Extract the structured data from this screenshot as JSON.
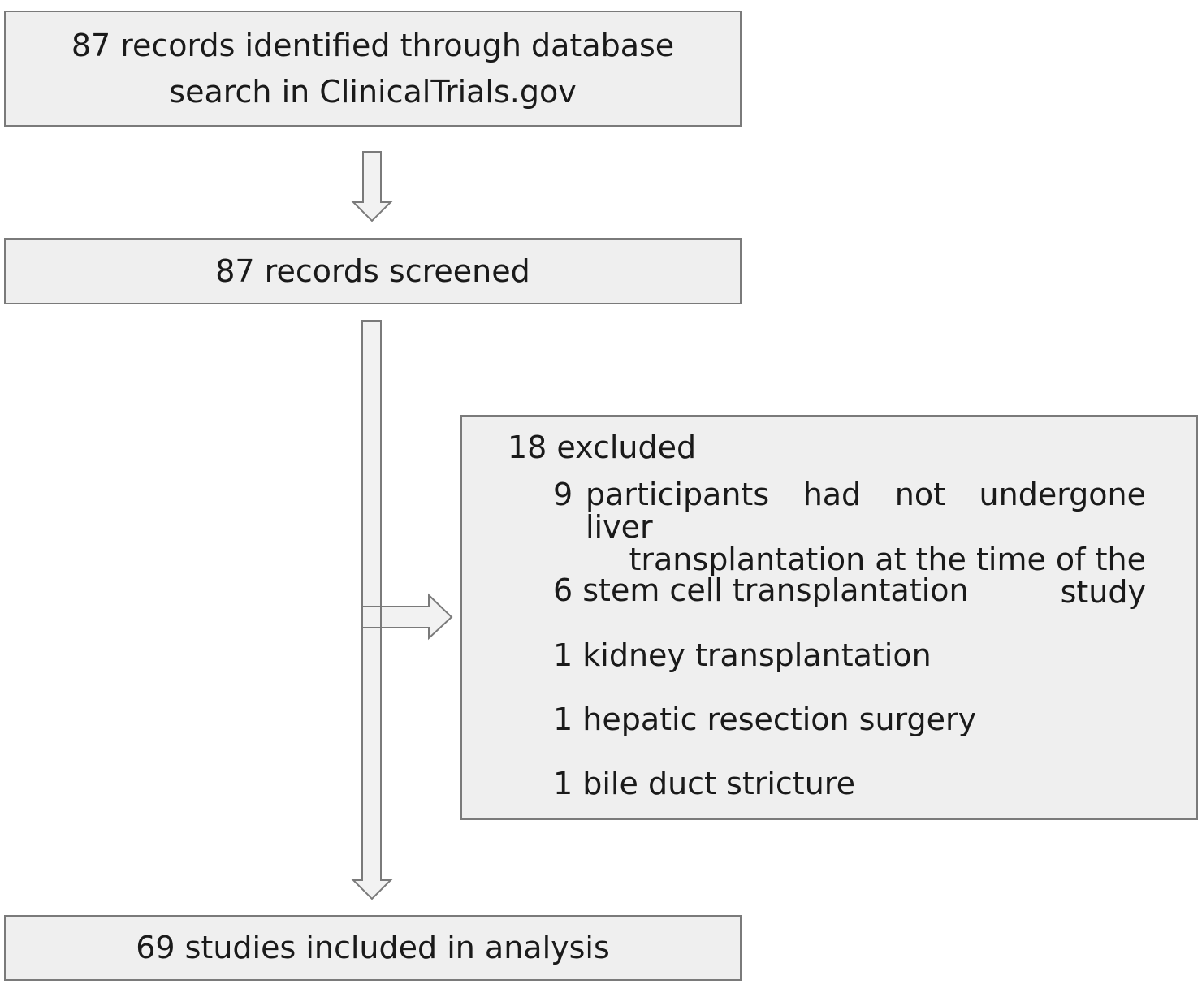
{
  "flow": {
    "identified": "87 records identified through database search in ClinicalTrials.gov",
    "screened": "87 records screened",
    "excluded": {
      "title": "18 excluded",
      "items": [
        {
          "count": "9",
          "text_line1": "participants had not undergone liver",
          "text_line2": "transplantation at the time of the study"
        },
        {
          "label": "6 stem cell transplantation"
        },
        {
          "label": "1 kidney transplantation"
        },
        {
          "label": "1 hepatic resection surgery"
        },
        {
          "label": "1 bile duct stricture"
        }
      ]
    },
    "included": "69 studies included in analysis"
  },
  "colors": {
    "box_fill": "#efefef",
    "box_border": "#7a7a7a",
    "arrow_fill": "#f2f2f2",
    "arrow_stroke": "#7a7a7a"
  }
}
